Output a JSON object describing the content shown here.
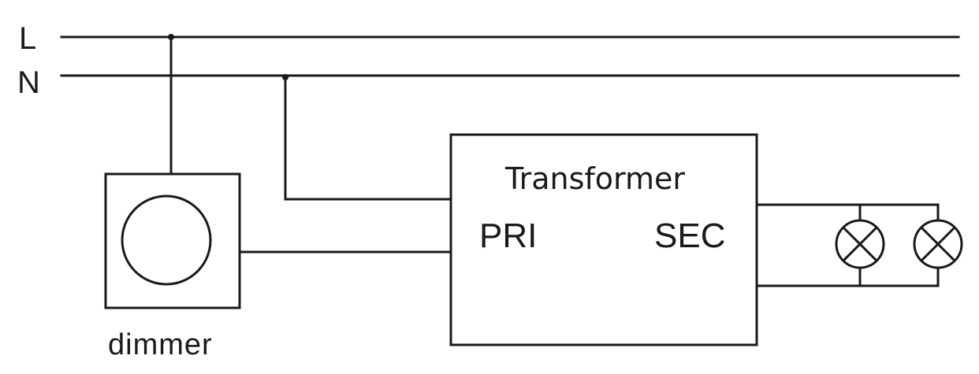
{
  "lines": {
    "live_label": "L",
    "neutral_label": "N"
  },
  "dimmer": {
    "label": "dimmer"
  },
  "transformer": {
    "title": "Transformer",
    "primary_label": "PRI",
    "secondary_label": "SEC"
  },
  "lamps": {
    "count": 2,
    "symbol": "lamp-x-circle-icon"
  },
  "colors": {
    "ink": "#1a1a1a",
    "background": "#ffffff"
  }
}
